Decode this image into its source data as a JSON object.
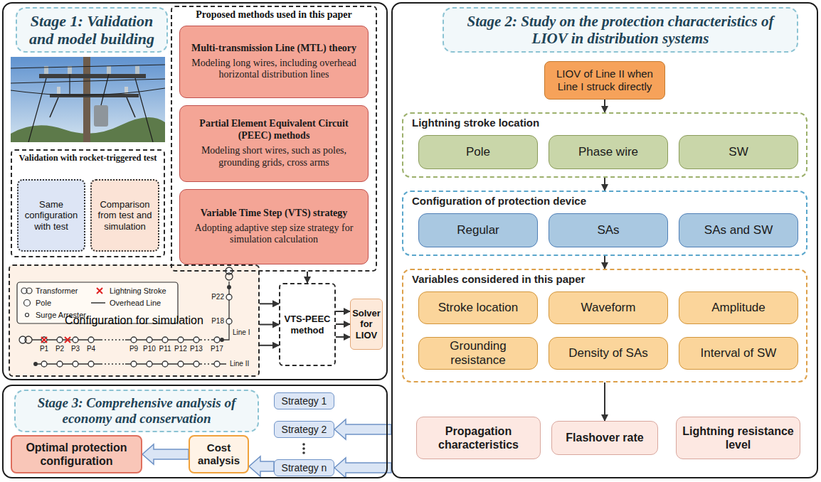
{
  "diagram": {
    "nodes": [
      {
        "text": [
          "Stage 1: Validation and model building"
        ]
      },
      {
        "text": [
          "Proposed methods used in this paper"
        ],
        "in": 0
      },
      {
        "text": [
          "Multi-transmission Line (MTL) theory",
          "Modeling long wires, including overhead horizontal distribution lines"
        ],
        "in": 1
      },
      {
        "text": [
          "Partial Element Equivalent Circuit (PEEC) methods",
          "Modeling short wires, such as poles, grounding grids, cross arms"
        ],
        "in": 1
      },
      {
        "text": [
          "Variable Time Step (VTS) strategy",
          "Adopting adaptive step size strategy for simulation calculation"
        ],
        "in": 1
      },
      {
        "text": [
          "Validation with rocket-triggered test"
        ],
        "in": 0
      },
      {
        "text": [
          "Same configuration with test"
        ],
        "in": 5
      },
      {
        "text": [
          "Comparison from test and simulation"
        ],
        "in": 5
      },
      {
        "text": [
          "Configuration for simulation"
        ],
        "in": 0
      },
      {
        "text": [
          "VTS-PEEC method"
        ],
        "in": 0
      },
      {
        "text": [
          "Solver for LIOV"
        ],
        "in": 0
      },
      {
        "text": [
          "Stage 2: Study on the protection characteristics of LIOV in distribution systems"
        ]
      },
      {
        "text": [
          "LIOV of Line II when Line I struck directly"
        ],
        "in": 11
      },
      {
        "text": [
          "Lightning stroke location"
        ],
        "in": 11
      },
      {
        "text": [
          "Pole"
        ],
        "in": 13
      },
      {
        "text": [
          "Phase wire"
        ],
        "in": 13
      },
      {
        "text": [
          "SW"
        ],
        "in": 13
      },
      {
        "text": [
          "Configuration of protection device"
        ],
        "in": 11
      },
      {
        "text": [
          "Regular"
        ],
        "in": 17
      },
      {
        "text": [
          "SAs"
        ],
        "in": 17
      },
      {
        "text": [
          "SAs and SW"
        ],
        "in": 17
      },
      {
        "text": [
          "Variables considered in this paper"
        ],
        "in": 11
      },
      {
        "text": [
          "Stroke location"
        ],
        "in": 21
      },
      {
        "text": [
          "Waveform"
        ],
        "in": 21
      },
      {
        "text": [
          "Amplitude"
        ],
        "in": 21
      },
      {
        "text": [
          "Grounding resistance"
        ],
        "in": 21
      },
      {
        "text": [
          "Density of SAs"
        ],
        "in": 21
      },
      {
        "text": [
          "Interval of SW"
        ],
        "in": 21
      },
      {
        "text": [
          "Propagation characteristics"
        ],
        "in": 11
      },
      {
        "text": [
          "Flashover rate"
        ],
        "in": 11
      },
      {
        "text": [
          "Lightning resistance level"
        ],
        "in": 11
      },
      {
        "text": [
          "Stage 3: Comprehensive analysis of economy and conservation"
        ]
      },
      {
        "text": [
          "Strategy 1"
        ],
        "in": 31
      },
      {
        "text": [
          "Strategy 2"
        ],
        "in": 31
      },
      {
        "text": [
          "Strategy n"
        ],
        "in": 31
      },
      {
        "text": [
          "Cost analysis"
        ],
        "in": 31
      },
      {
        "text": [
          "Optimal protection configuration"
        ],
        "in": 31
      }
    ],
    "edges": [
      {
        "from": 1,
        "to": 9,
        "arrow": "to"
      },
      {
        "from": 8,
        "to": 9,
        "arrow": "to"
      },
      {
        "from": 8,
        "to": 9,
        "arrow": "to"
      },
      {
        "from": 8,
        "to": 9,
        "arrow": "to"
      },
      {
        "from": 9,
        "to": 10,
        "arrow": "to"
      },
      {
        "from": 9,
        "to": 10,
        "arrow": "to"
      },
      {
        "from": 9,
        "to": 10,
        "arrow": "to"
      },
      {
        "from": 12,
        "to": 13,
        "arrow": "to"
      },
      {
        "from": 13,
        "to": 17,
        "arrow": "to"
      },
      {
        "from": 17,
        "to": 21,
        "arrow": "to"
      },
      {
        "from": 21,
        "to": 29,
        "arrow": "to"
      },
      {
        "from": 11,
        "to": 33,
        "arrow": "to"
      },
      {
        "from": 11,
        "to": 34,
        "arrow": "to"
      },
      {
        "from": 34,
        "to": 35,
        "arrow": "to"
      },
      {
        "from": 35,
        "to": 36,
        "arrow": "to"
      }
    ],
    "labels": [
      "P1",
      "P2",
      "P3",
      "P4",
      "P9",
      "P10",
      "P11",
      "P12",
      "P13",
      "P17",
      "P18",
      "P22",
      "Line I",
      "Line II"
    ],
    "legend": [
      {
        "text": "Transformer"
      },
      {
        "text": "Lightning Stroke"
      },
      {
        "text": "Pole"
      },
      {
        "text": "Overhead Line"
      },
      {
        "text": "Surge Arrester"
      }
    ]
  }
}
